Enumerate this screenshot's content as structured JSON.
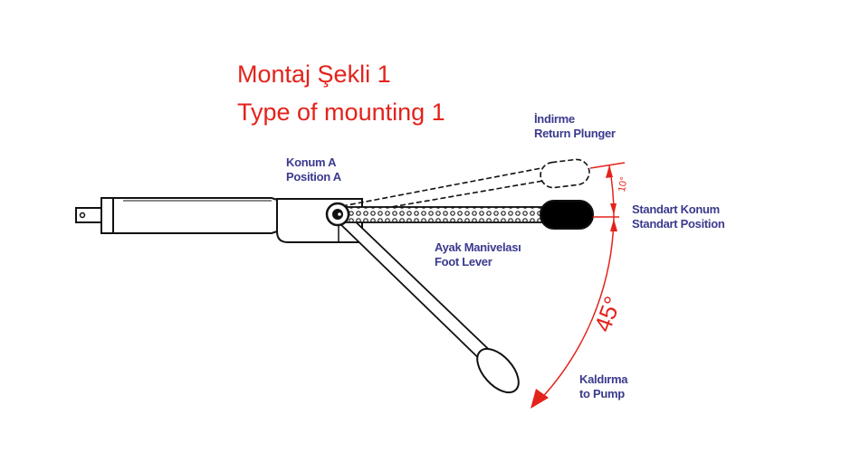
{
  "title": {
    "line1": "Montaj Şekli 1",
    "line2": "Type of mounting 1"
  },
  "labels": {
    "position_a_tr": "Konum A",
    "position_a_en": "Position A",
    "return_tr": "İndirme",
    "return_en": "Return Plunger",
    "standard_tr": "Standart Konum",
    "standard_en": "Standart Position",
    "lever_tr": "Ayak Manivelası",
    "lever_en": "Foot Lever",
    "pump_tr": "Kaldırma",
    "pump_en": "to Pump"
  },
  "angles": {
    "return_angle": "10°",
    "pump_angle": "45°"
  },
  "colors": {
    "title": "#e3231b",
    "labels": "#3b3a8e",
    "dimension": "#e3231b"
  }
}
